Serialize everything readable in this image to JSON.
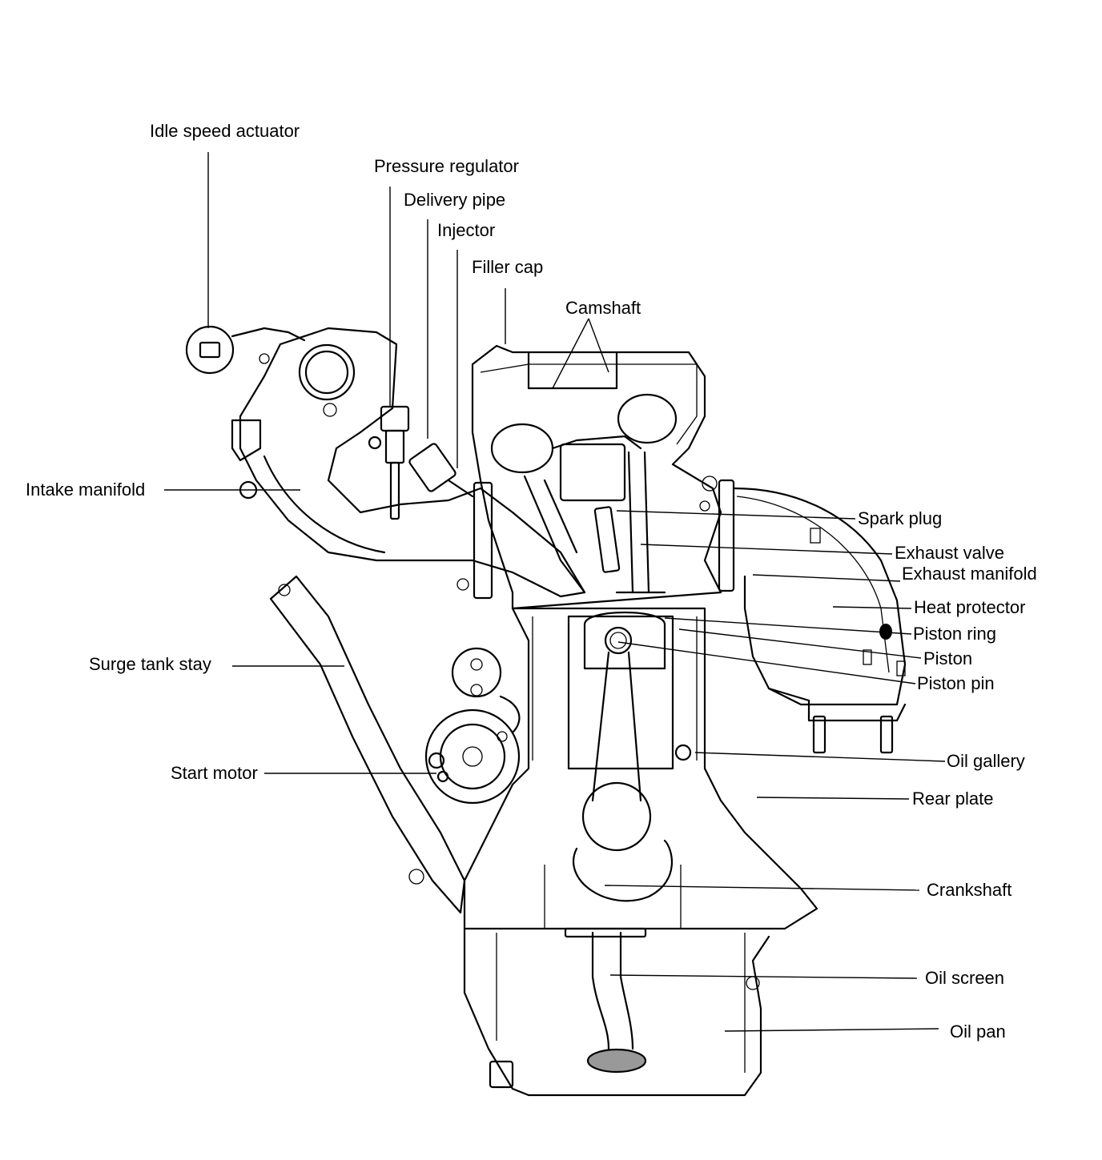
{
  "labels": {
    "idle_speed_actuator": "Idle speed actuator",
    "pressure_regulator": "Pressure regulator",
    "delivery_pipe": "Delivery pipe",
    "injector": "Injector",
    "filler_cap": "Filler cap",
    "camshaft": "Camshaft",
    "intake_manifold": "Intake manifold",
    "spark_plug": "Spark plug",
    "exhaust_valve": "Exhaust valve",
    "exhaust_manifold": "Exhaust manifold",
    "heat_protector": "Heat protector",
    "piston_ring": "Piston ring",
    "piston": "Piston",
    "piston_pin": "Piston pin",
    "surge_tank_stay": "Surge tank stay",
    "oil_gallery": "Oil gallery",
    "start_motor": "Start motor",
    "rear_plate": "Rear plate",
    "crankshaft": "Crankshaft",
    "oil_screen": "Oil screen",
    "oil_pan": "Oil pan"
  }
}
